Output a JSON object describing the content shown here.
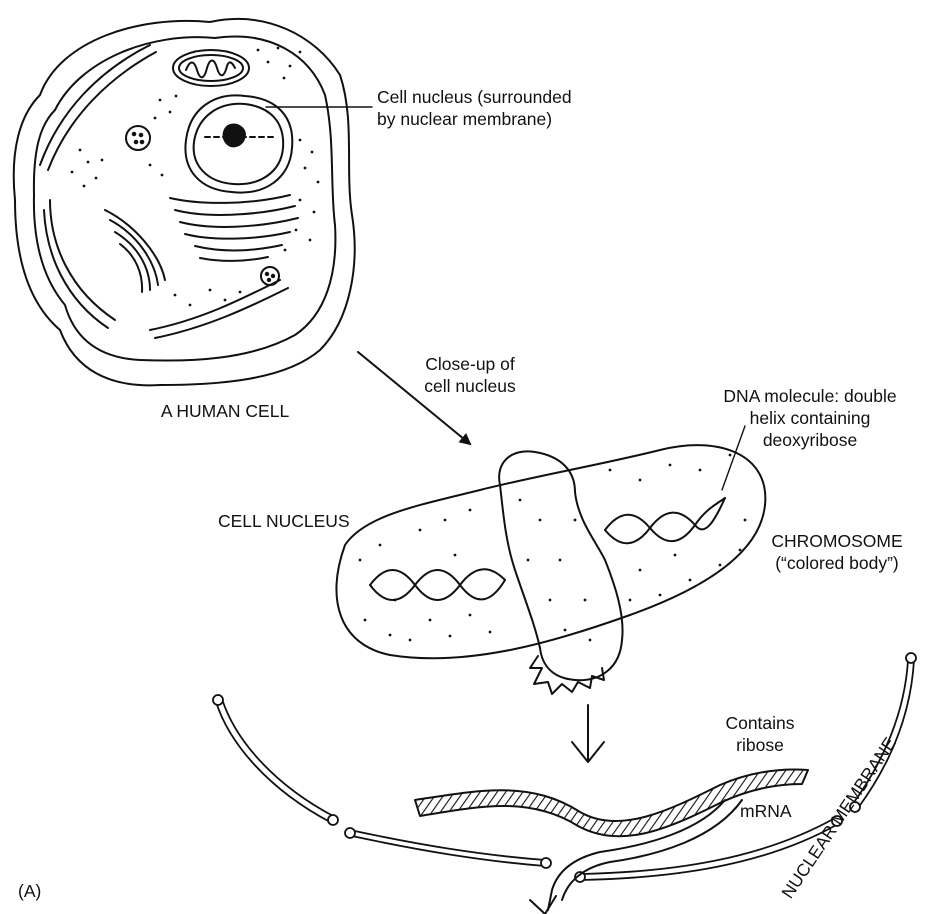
{
  "labels": {
    "cell_nucleus_callout": [
      "Cell nucleus (surrounded",
      "by nuclear membrane)"
    ],
    "human_cell": "A HUMAN CELL",
    "closeup": [
      "Close-up of",
      "cell nucleus"
    ],
    "dna_molecule": [
      "DNA molecule: double",
      "helix containing",
      "deoxyribose"
    ],
    "cell_nucleus": "CELL NUCLEUS",
    "chromosome": [
      "CHROMOSOME",
      "(“colored body”)"
    ],
    "contains_ribose": [
      "Contains",
      "ribose"
    ],
    "mrna": "mRNA",
    "nuclear_membrane": "NUCLEAR MEMBRANE",
    "panel_letter": "(A)"
  },
  "colors": {
    "ink": "#111111",
    "paper": "#ffffff"
  }
}
